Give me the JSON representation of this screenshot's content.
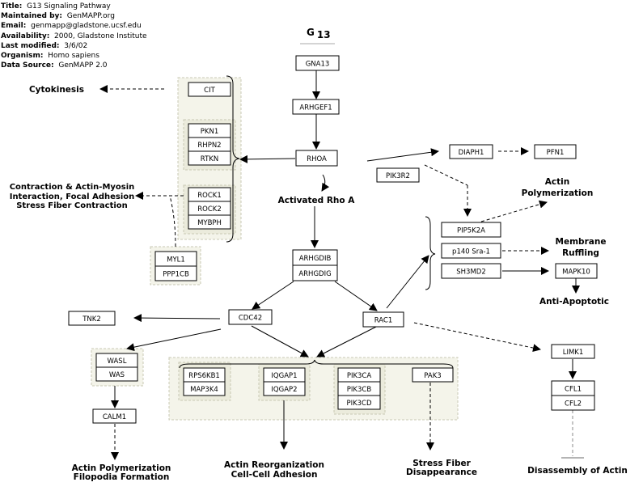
{
  "info": [
    {
      "label": "Title:",
      "value": "G13 Signaling Pathway"
    },
    {
      "label": "Maintained by:",
      "value": "GenMAPP.org"
    },
    {
      "label": "Email:",
      "value": "genmapp@gladstone.ucsf.edu"
    },
    {
      "label": "Availability:",
      "value": "2000, Gladstone Institute"
    },
    {
      "label": "Last modified:",
      "value": "3/6/02"
    },
    {
      "label": "Organism:",
      "value": "Homo sapiens"
    },
    {
      "label": "Data Source:",
      "value": "GenMAPP 2.0"
    }
  ],
  "heading": {
    "letter": "G",
    "subscript": "13"
  },
  "genes": {
    "gna13": "GNA13",
    "arhgef1": "ARHGEF1",
    "rhoa": "RHOA",
    "cit": "CIT",
    "pkn1": "PKN1",
    "rhpn2": "RHPN2",
    "rtkn": "RTKN",
    "rock1": "ROCK1",
    "rock2": "ROCK2",
    "mybph": "MYBPH",
    "myl1": "MYL1",
    "ppp1cb": "PPP1CB",
    "diaph1": "DIAPH1",
    "pfn1": "PFN1",
    "pik3r2": "PIK3R2",
    "pip5k2a": "PIP5K2A",
    "p140sra1": "p140 Sra-1",
    "sh3md2": "SH3MD2",
    "mapk10": "MAPK10",
    "arhgdib": "ARHGDIB",
    "arhgdig": "ARHGDIG",
    "cdc42": "CDC42",
    "rac1": "RAC1",
    "tnk2": "TNK2",
    "wasl": "WASL",
    "was": "WAS",
    "calm1": "CALM1",
    "rps6kb1": "RPS6KB1",
    "map3k4": "MAP3K4",
    "iqgap1": "IQGAP1",
    "iqgap2": "IQGAP2",
    "pik3ca": "PIK3CA",
    "pik3cb": "PIK3CB",
    "pik3cd": "PIK3CD",
    "pak3": "PAK3",
    "limk1": "LIMK1",
    "cfl1": "CFL1",
    "cfl2": "CFL2"
  },
  "labels": {
    "cytokinesis": [
      "Cytokinesis"
    ],
    "contraction": [
      "Contraction & Actin-Myosin",
      "Interaction, Focal Adhesion",
      "Stress Fiber Contraction"
    ],
    "activated_rhoa": [
      "Activated Rho A"
    ],
    "actin_polymerization": [
      "Actin",
      "Polymerization"
    ],
    "membrane_ruffling": [
      "Membrane",
      "Ruffling"
    ],
    "anti_apoptotic": [
      "Anti-Apoptotic"
    ],
    "actin_poly_filopodia": [
      "Actin Polymerization",
      "Filopodia Formation"
    ],
    "actin_reorg": [
      "Actin Reorganization",
      "Cell-Cell Adhesion"
    ],
    "stress_fiber_dis": [
      "Stress Fiber",
      "Disappearance"
    ],
    "disassembly": [
      "Disassembly of Actin"
    ]
  }
}
